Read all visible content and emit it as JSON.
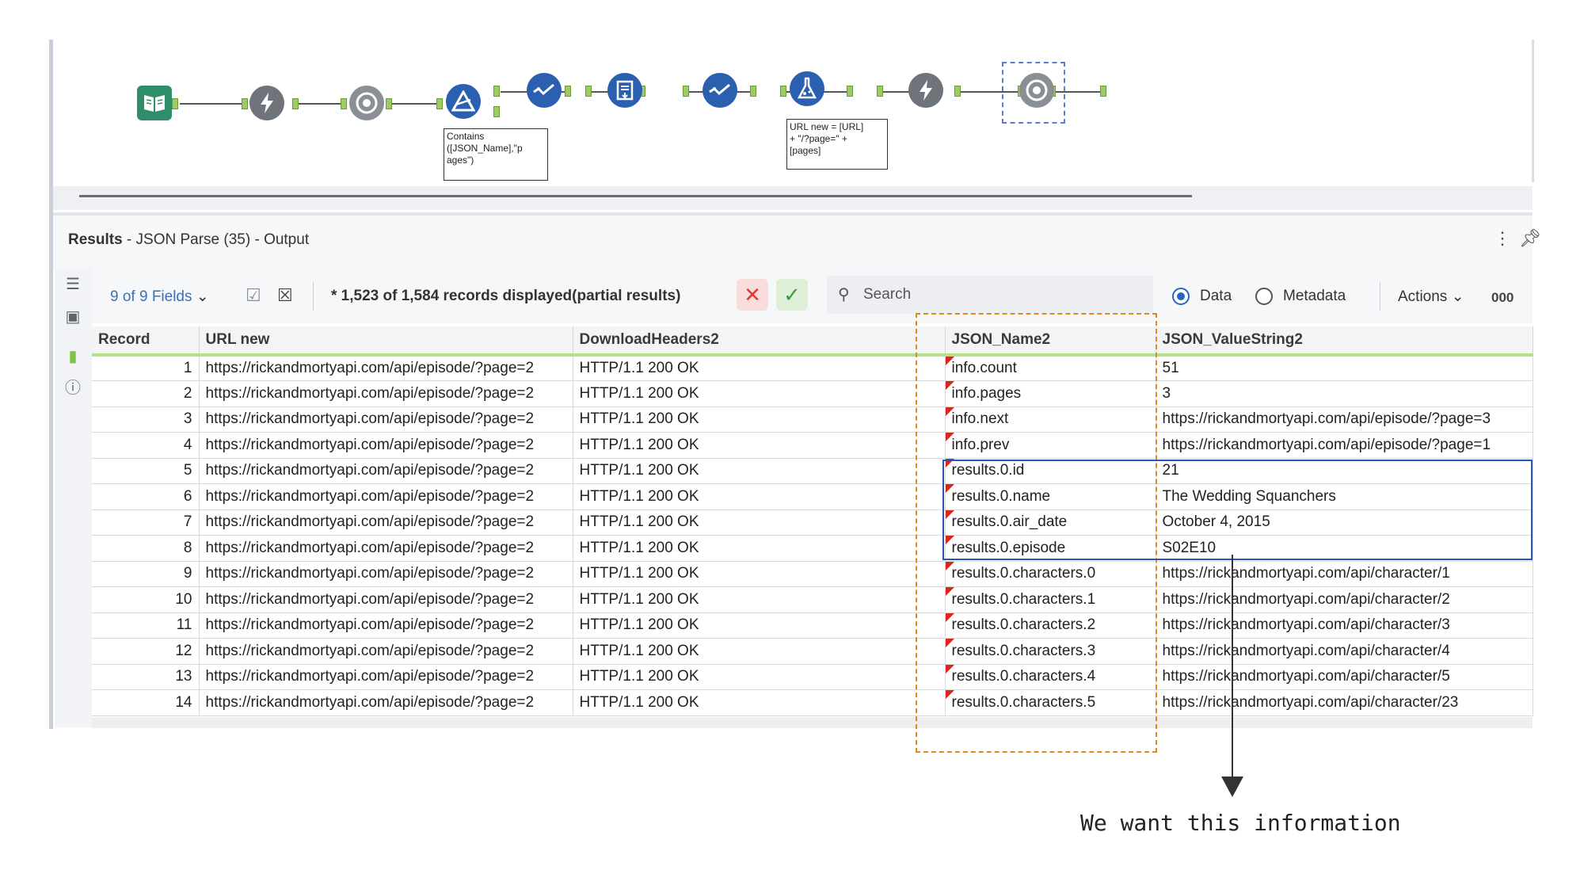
{
  "workflow": {
    "annotations": {
      "filter_expr": "Contains\n([JSON_Name],\"p\nages\")",
      "formula_expr": "URL new = [URL]\n+ \"/?page=\" +\n[pages]"
    }
  },
  "results": {
    "title_bold": "Results",
    "title_rest": " - JSON Parse (35) - Output",
    "toolbar": {
      "fields": "9 of 9 Fields",
      "records": "* 1,523 of 1,584 records displayed(partial results)",
      "search_placeholder": "Search",
      "data_label": "Data",
      "metadata_label": "Metadata",
      "actions_label": "Actions",
      "more_label": "000"
    },
    "columns": [
      "Record",
      "URL new",
      "DownloadHeaders2",
      "JSON_Name2",
      "JSON_ValueString2"
    ],
    "rows": [
      {
        "rec": "1",
        "url": "https://rickandmortyapi.com/api/episode/?page=2",
        "hdr": "HTTP/1.1 200 OK",
        "name": "info.count",
        "val": "51"
      },
      {
        "rec": "2",
        "url": "https://rickandmortyapi.com/api/episode/?page=2",
        "hdr": "HTTP/1.1 200 OK",
        "name": "info.pages",
        "val": "3"
      },
      {
        "rec": "3",
        "url": "https://rickandmortyapi.com/api/episode/?page=2",
        "hdr": "HTTP/1.1 200 OK",
        "name": "info.next",
        "val": "https://rickandmortyapi.com/api/episode/?page=3"
      },
      {
        "rec": "4",
        "url": "https://rickandmortyapi.com/api/episode/?page=2",
        "hdr": "HTTP/1.1 200 OK",
        "name": "info.prev",
        "val": "https://rickandmortyapi.com/api/episode/?page=1"
      },
      {
        "rec": "5",
        "url": "https://rickandmortyapi.com/api/episode/?page=2",
        "hdr": "HTTP/1.1 200 OK",
        "name": "results.0.id",
        "val": "21"
      },
      {
        "rec": "6",
        "url": "https://rickandmortyapi.com/api/episode/?page=2",
        "hdr": "HTTP/1.1 200 OK",
        "name": "results.0.name",
        "val": "The Wedding Squanchers"
      },
      {
        "rec": "7",
        "url": "https://rickandmortyapi.com/api/episode/?page=2",
        "hdr": "HTTP/1.1 200 OK",
        "name": "results.0.air_date",
        "val": "October 4, 2015"
      },
      {
        "rec": "8",
        "url": "https://rickandmortyapi.com/api/episode/?page=2",
        "hdr": "HTTP/1.1 200 OK",
        "name": "results.0.episode",
        "val": "S02E10"
      },
      {
        "rec": "9",
        "url": "https://rickandmortyapi.com/api/episode/?page=2",
        "hdr": "HTTP/1.1 200 OK",
        "name": "results.0.characters.0",
        "val": "https://rickandmortyapi.com/api/character/1"
      },
      {
        "rec": "10",
        "url": "https://rickandmortyapi.com/api/episode/?page=2",
        "hdr": "HTTP/1.1 200 OK",
        "name": "results.0.characters.1",
        "val": "https://rickandmortyapi.com/api/character/2"
      },
      {
        "rec": "11",
        "url": "https://rickandmortyapi.com/api/episode/?page=2",
        "hdr": "HTTP/1.1 200 OK",
        "name": "results.0.characters.2",
        "val": "https://rickandmortyapi.com/api/character/3"
      },
      {
        "rec": "12",
        "url": "https://rickandmortyapi.com/api/episode/?page=2",
        "hdr": "HTTP/1.1 200 OK",
        "name": "results.0.characters.3",
        "val": "https://rickandmortyapi.com/api/character/4"
      },
      {
        "rec": "13",
        "url": "https://rickandmortyapi.com/api/episode/?page=2",
        "hdr": "HTTP/1.1 200 OK",
        "name": "results.0.characters.4",
        "val": "https://rickandmortyapi.com/api/character/5"
      },
      {
        "rec": "14",
        "url": "https://rickandmortyapi.com/api/episode/?page=2",
        "hdr": "HTTP/1.1 200 OK",
        "name": "results.0.characters.5",
        "val": "https://rickandmortyapi.com/api/character/23"
      }
    ]
  },
  "callout": {
    "text": "We want this information"
  },
  "colors": {
    "accent_blue": "#2a63c4",
    "grid_header_underline": "#b5e08a",
    "dashed_orange": "#e08a1e",
    "highlight_blue": "#2a55b0",
    "error_flag": "#d9271b"
  }
}
